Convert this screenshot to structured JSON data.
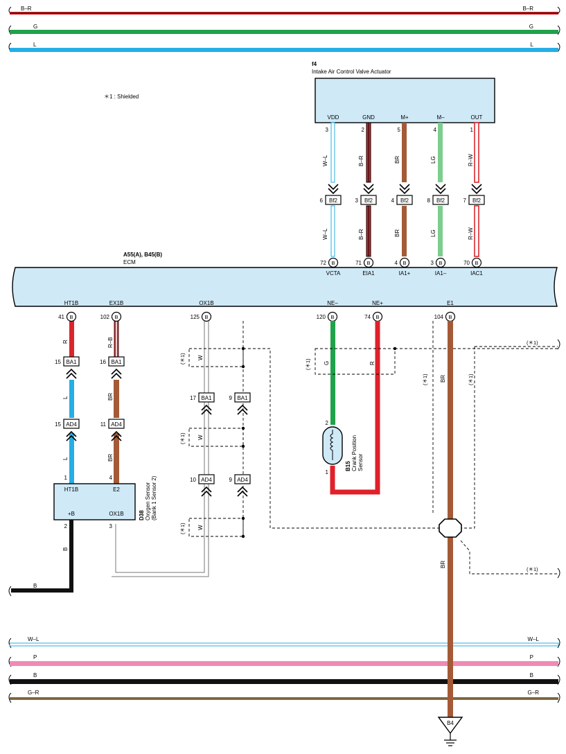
{
  "top_wires": [
    {
      "label": "B–R",
      "color": "#d9262b",
      "stripe": "#000000",
      "kind": "thin"
    },
    {
      "label": "G",
      "color": "#1fa24a",
      "kind": "thick"
    },
    {
      "label": "L",
      "color": "#26aee5",
      "kind": "thick"
    }
  ],
  "bottom_wires": [
    {
      "label": "W–L",
      "color": "#ffffff",
      "stripe": "#26aee5",
      "kind": "thin"
    },
    {
      "label": "P",
      "color": "#f08ab5",
      "kind": "thick"
    },
    {
      "label": "B",
      "color": "#111111",
      "kind": "thick"
    },
    {
      "label": "G–R",
      "color": "#1fa24a",
      "stripe": "#d9262b",
      "kind": "thin"
    }
  ],
  "note": "＊1 : Shielded",
  "actuator": {
    "code": "f4",
    "name": "Intake Air Control Valve Actuator",
    "pins": [
      {
        "name": "VDD",
        "num": "3",
        "wire": "W–L",
        "conn": "Bf2",
        "conn_pin": "6",
        "ecm_pin": "72",
        "ecm_term": "VCTA"
      },
      {
        "name": "GND",
        "num": "2",
        "wire": "B–R",
        "conn": "Bf2",
        "conn_pin": "3",
        "ecm_pin": "71",
        "ecm_term": "EIA1"
      },
      {
        "name": "M+",
        "num": "5",
        "wire": "BR",
        "conn": "Bf2",
        "conn_pin": "4",
        "ecm_pin": "4",
        "ecm_term": "IA1+"
      },
      {
        "name": "M–",
        "num": "4",
        "wire": "LG",
        "conn": "Bf2",
        "conn_pin": "8",
        "ecm_pin": "3",
        "ecm_term": "IA1–"
      },
      {
        "name": "OUT",
        "num": "1",
        "wire": "R–W",
        "conn": "Bf2",
        "conn_pin": "7",
        "ecm_pin": "70",
        "ecm_term": "IAC1"
      }
    ]
  },
  "ecm": {
    "code": "A55(A), B45(B)",
    "name": "ECM",
    "pin_letter": "B",
    "bottom_terms": [
      {
        "name": "HT1B",
        "pin": "41"
      },
      {
        "name": "EX1B",
        "pin": "102"
      },
      {
        "name": "OX1B",
        "pin": "125"
      },
      {
        "name": "NE–",
        "pin": "120"
      },
      {
        "name": "NE+",
        "pin": "74"
      },
      {
        "name": "E1",
        "pin": "104"
      }
    ]
  },
  "left_chain": {
    "ht1b_wire_r": "R",
    "ex1b_wire_rb": "R–B",
    "ba1_pins": [
      "15",
      "16"
    ],
    "ba1_label": "BA1",
    "l_wire": "L",
    "br_wire": "BR",
    "ad4_pins": [
      "15",
      "11"
    ],
    "ad4_label": "AD4"
  },
  "oxygen_sensor": {
    "code": "D38",
    "name": "Oxygen Sensor",
    "sub": "(Bank 1 Sensor 2)",
    "terms": [
      {
        "name": "HT1B",
        "pin": "1"
      },
      {
        "name": "E2",
        "pin": "4"
      },
      {
        "name": "+B",
        "pin": "2"
      },
      {
        "name": "OX1B",
        "pin": "3"
      }
    ],
    "b_wire": "B"
  },
  "ox_shield": {
    "star": "(＊1)",
    "w": "W",
    "ba1_pins": [
      "17",
      "9"
    ],
    "ad4_pins": [
      "10",
      "9"
    ]
  },
  "crank_sensor": {
    "code": "B15",
    "name": "Crank Position",
    "sub": "Sensor",
    "pin_top": "2",
    "pin_bottom": "1",
    "wire_g": "G",
    "wire_r": "R",
    "star": "(＊1)"
  },
  "ground": {
    "wire": "BR",
    "point": "B4",
    "star": "(＊1)"
  }
}
